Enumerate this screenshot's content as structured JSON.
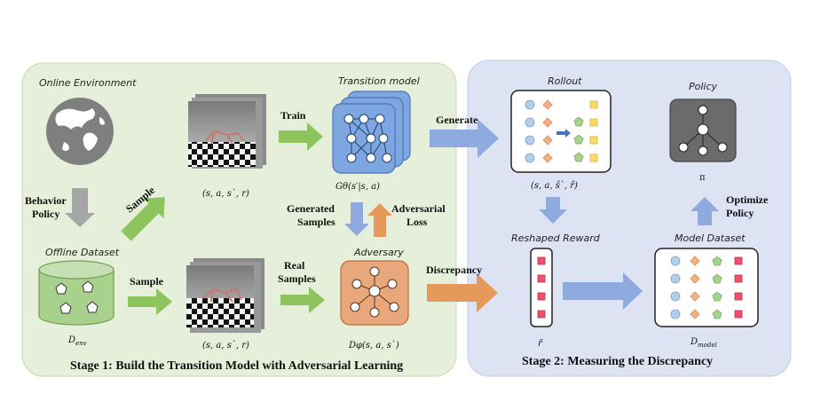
{
  "stage1": {
    "title": "Stage 1:  Build the Transition Model with Adversarial Learning",
    "online_env_label": "Online Environment",
    "behavior_policy_label": [
      "Behavior",
      "Policy"
    ],
    "offline_dataset_label": "Offline Dataset",
    "d_env_label": "D",
    "d_env_sub": "env",
    "sample_label_upper": "Sample",
    "sample_label_lower": "Sample",
    "tuple_upper": "(s, a, s`, r)",
    "tuple_lower": "(s, a, s`, r)",
    "train_label": "Train",
    "real_samples_label": [
      "Real",
      "Samples"
    ],
    "transition_model_label": "Transition model",
    "transition_formula": "Gθ(s′|s, a)",
    "generated_samples_label": [
      "Generated",
      "Samples"
    ],
    "adversarial_loss_label": [
      "Adversarial",
      "Loss"
    ],
    "adversary_label": "Adversary",
    "adversary_formula": "Dφ(s, a, s`)"
  },
  "stage2": {
    "title": "Stage 2: Measuring the Discrepancy",
    "generate_label": "Generate",
    "discrepancy_label": "Discrepancy",
    "rollout_label": "Rollout",
    "rollout_formula": "(s, a, ŝ`, r̂)",
    "reshaped_reward_label": "Reshaped Reward",
    "reshaped_formula": "r̃",
    "model_dataset_label": "Model Dataset",
    "d_model_label": "D",
    "d_model_sub": "model",
    "policy_label": "Policy",
    "pi_label": "π",
    "optimize_policy_label": [
      "Optimize",
      "Policy"
    ]
  },
  "colors": {
    "stage1_bg": "#e6efda",
    "stage2_bg": "#dde3f3",
    "green_arrow": "#8dc45d",
    "blue_arrow": "#8eaade",
    "orange_arrow": "#e59a5c",
    "gray_arrow": "#a6a6a6",
    "network_blue": "#7ea6e0",
    "adversary_orange": "#e8a87c",
    "policy_gray": "#6b6b6b",
    "cylinder_green": "#a9d18e",
    "circle_blue": "#b4cde8",
    "diamond_orange": "#f4b183",
    "pentagon_green": "#a9d18e",
    "square_yellow": "#ffd966",
    "square_red": "#f0506e"
  }
}
